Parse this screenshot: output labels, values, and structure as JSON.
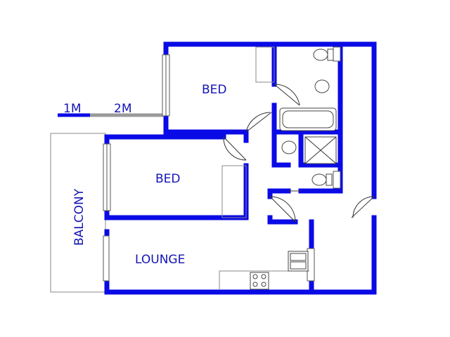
{
  "rooms": {
    "bed_top": "BED",
    "bed_mid": "BED",
    "lounge": "LOUNGE",
    "balcony": "BALCONY"
  },
  "scale": {
    "mark_1": "1M",
    "mark_2": "2M"
  },
  "colors": {
    "wall": "#0a0ae6",
    "label": "#1414b4",
    "scale_bar_dark": "#0a0ae6",
    "scale_bar_light": "#9a9a9a"
  }
}
